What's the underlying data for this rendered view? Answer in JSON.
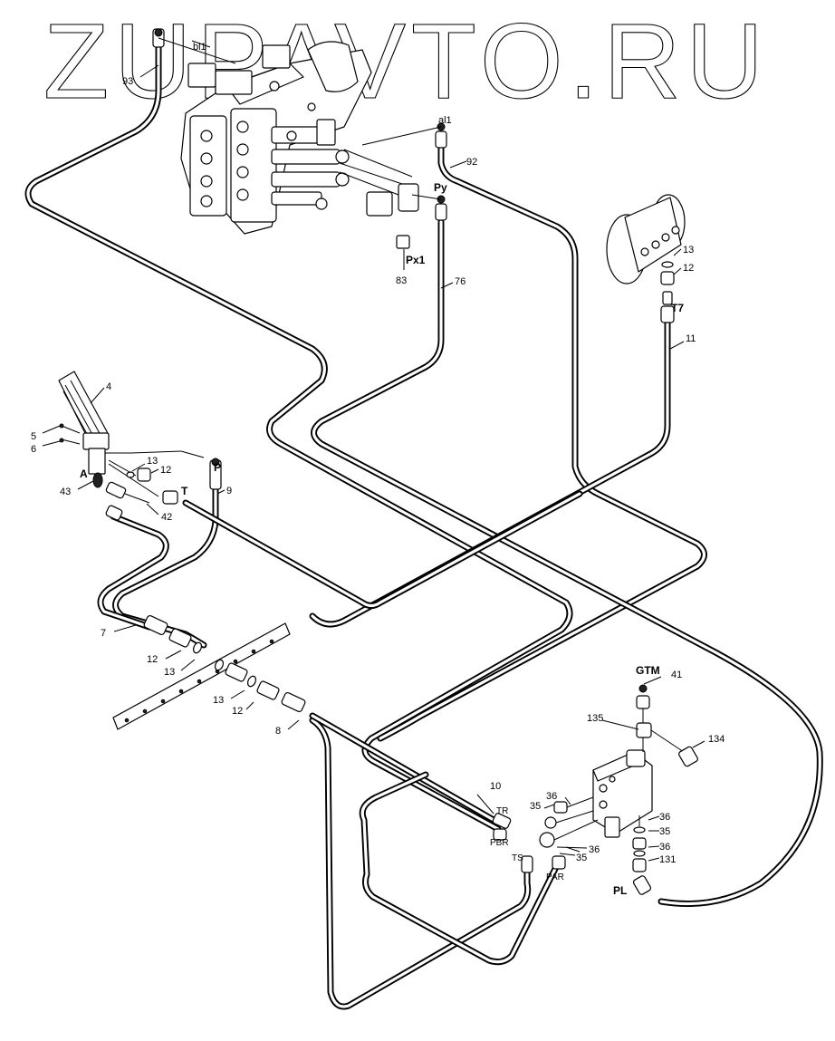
{
  "watermark": "ZUPAVTO.RU",
  "ports": {
    "bl1": "bl1",
    "al1": "al1",
    "Py": "Py",
    "Px1": "Px1",
    "P": "P",
    "T": "T",
    "A": "A",
    "T7": "T7",
    "GTM": "GTM",
    "TR": "TR",
    "PBR": "PBR",
    "TS": "TS",
    "PAR": "PAR",
    "PL": "PL"
  },
  "callouts": {
    "c93": "93",
    "c92": "92",
    "c83": "83",
    "c76": "76",
    "c13a": "13",
    "c12a": "12",
    "c11": "11",
    "c4": "4",
    "c5": "5",
    "c6": "6",
    "c43": "43",
    "c13b": "13",
    "c12b": "12",
    "c9": "9",
    "c42": "42",
    "c7": "7",
    "c12c": "12",
    "c13c": "13",
    "c13d": "13",
    "c12d": "12",
    "c8": "8",
    "c41": "41",
    "c135": "135",
    "c134": "134",
    "c10": "10",
    "c36a": "36",
    "c35a": "35",
    "c36b": "36",
    "c35b": "35",
    "c36c": "36",
    "c35c": "35",
    "c36d": "36",
    "c131": "131"
  }
}
